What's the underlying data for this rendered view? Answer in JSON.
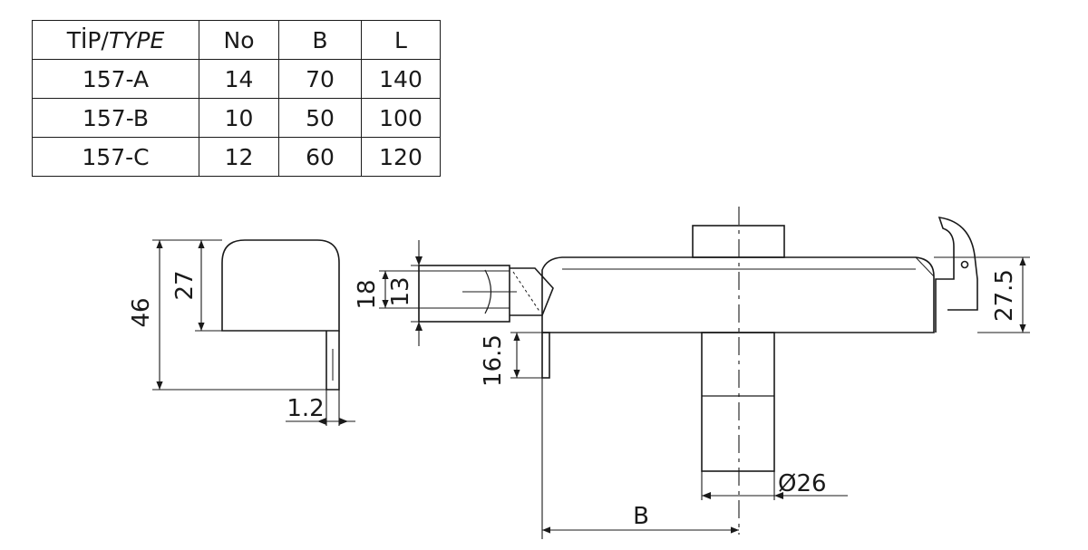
{
  "table": {
    "headers": {
      "type_tr": "TİP/",
      "type_en": "TYPE",
      "no": "No",
      "b": "B",
      "l": "L"
    },
    "rows": [
      {
        "type": "157-A",
        "no": "14",
        "b": "70",
        "l": "140"
      },
      {
        "type": "157-B",
        "no": "10",
        "b": "50",
        "l": "100"
      },
      {
        "type": "157-C",
        "no": "12",
        "b": "60",
        "l": "120"
      }
    ]
  },
  "dimensions": {
    "overall_height": "46",
    "cover_height": "27",
    "wall_thickness": "1.2",
    "bolt_height": "18",
    "bolt_width": "13",
    "drop_depth": "16.5",
    "latch_height": "27.5",
    "diameter": "Ø26",
    "b_label": "B"
  }
}
